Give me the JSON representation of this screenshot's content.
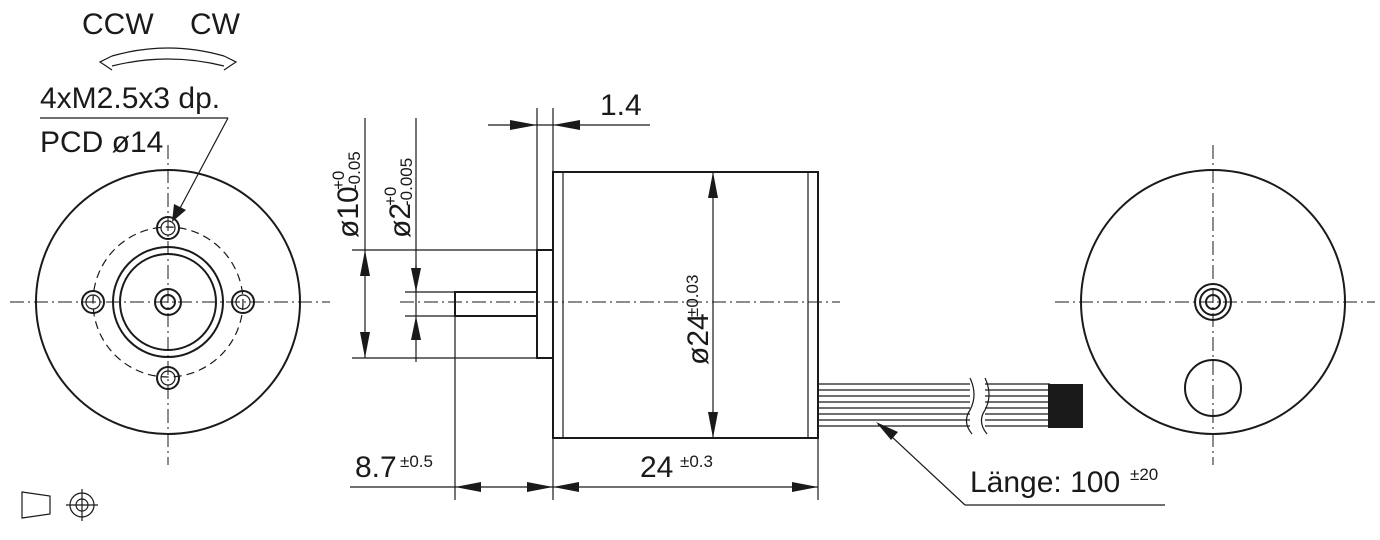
{
  "rotation": {
    "ccw": "CCW",
    "cw": "CW"
  },
  "thread_note": {
    "line1": "4xM2.5x3 dp.",
    "line2": "PCD ø14"
  },
  "dims": {
    "flange_thickness": "1.4",
    "flange_dia": "ø10",
    "flange_tol_upper": "+0",
    "flange_tol_lower": "-0.05",
    "shaft_dia": "ø2",
    "shaft_tol_upper": "+0",
    "shaft_tol_lower": "-0.005",
    "body_dia": "ø24",
    "body_dia_tol": "±0.03",
    "shaft_length": "8.7",
    "shaft_length_tol": "±0.5",
    "body_length": "24",
    "body_length_tol": "±0.3",
    "cable_length": "Länge: 100",
    "cable_length_tol": "±20"
  },
  "projection_symbol": "first-angle-projection-icon"
}
